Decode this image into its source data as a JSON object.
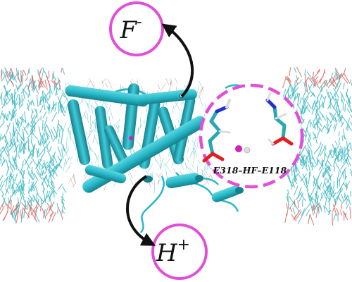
{
  "ions": {
    "top": {
      "label": "F",
      "charge": "-"
    },
    "bottom": {
      "label": "H",
      "charge": "+"
    }
  },
  "inset": {
    "label": "E318–HF–E118"
  },
  "colors": {
    "ring": "#e24fd6",
    "helix": "#27b9c9",
    "helix_dark": "#1a8f9c",
    "membrane_cyan": "#3ab7bf",
    "membrane_red": "#d9605a",
    "arrow": "#111111",
    "atom_red": "#e02020",
    "atom_blue": "#2030d0",
    "atom_magenta": "#d020c0"
  }
}
